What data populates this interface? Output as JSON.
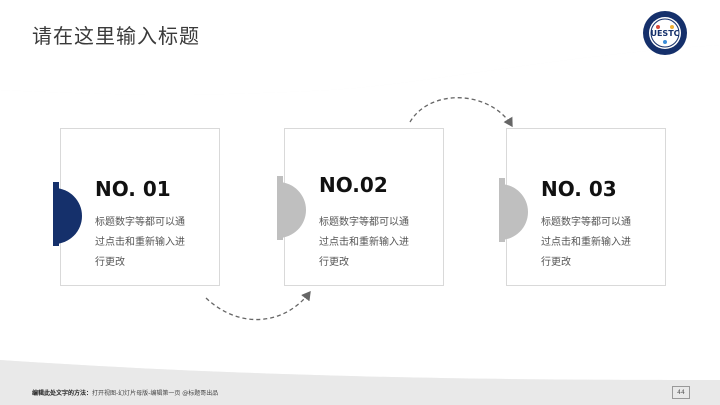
{
  "header": {
    "title": "请在这里输入标题"
  },
  "logo": {
    "alt": "UESTC"
  },
  "cards": [
    {
      "number": "NO. 01",
      "desc_lines": [
        "标题数字等都可以通",
        "过点击和重新输入进",
        "行更改"
      ]
    },
    {
      "number": "NO.02",
      "desc_lines": [
        "标题数字等都可以通",
        "过点击和重新输入进",
        "行更改"
      ]
    },
    {
      "number": "NO. 03",
      "desc_lines": [
        "标题数字等都可以通",
        "过点击和重新输入进",
        "行更改"
      ]
    }
  ],
  "footer": {
    "hint_bold": "编辑此处文字的方法：",
    "hint_text": "打开视图-幻灯片母版-编辑第一页 @标题哥出品",
    "page_number": "44"
  },
  "colors": {
    "accent_blue": "#15306b",
    "accent_gray": "#bfbfbf",
    "background": "#f2f2f2"
  },
  "icons": {
    "logo": "university-emblem-icon",
    "arrow": "dashed-curved-arrow-icon"
  }
}
